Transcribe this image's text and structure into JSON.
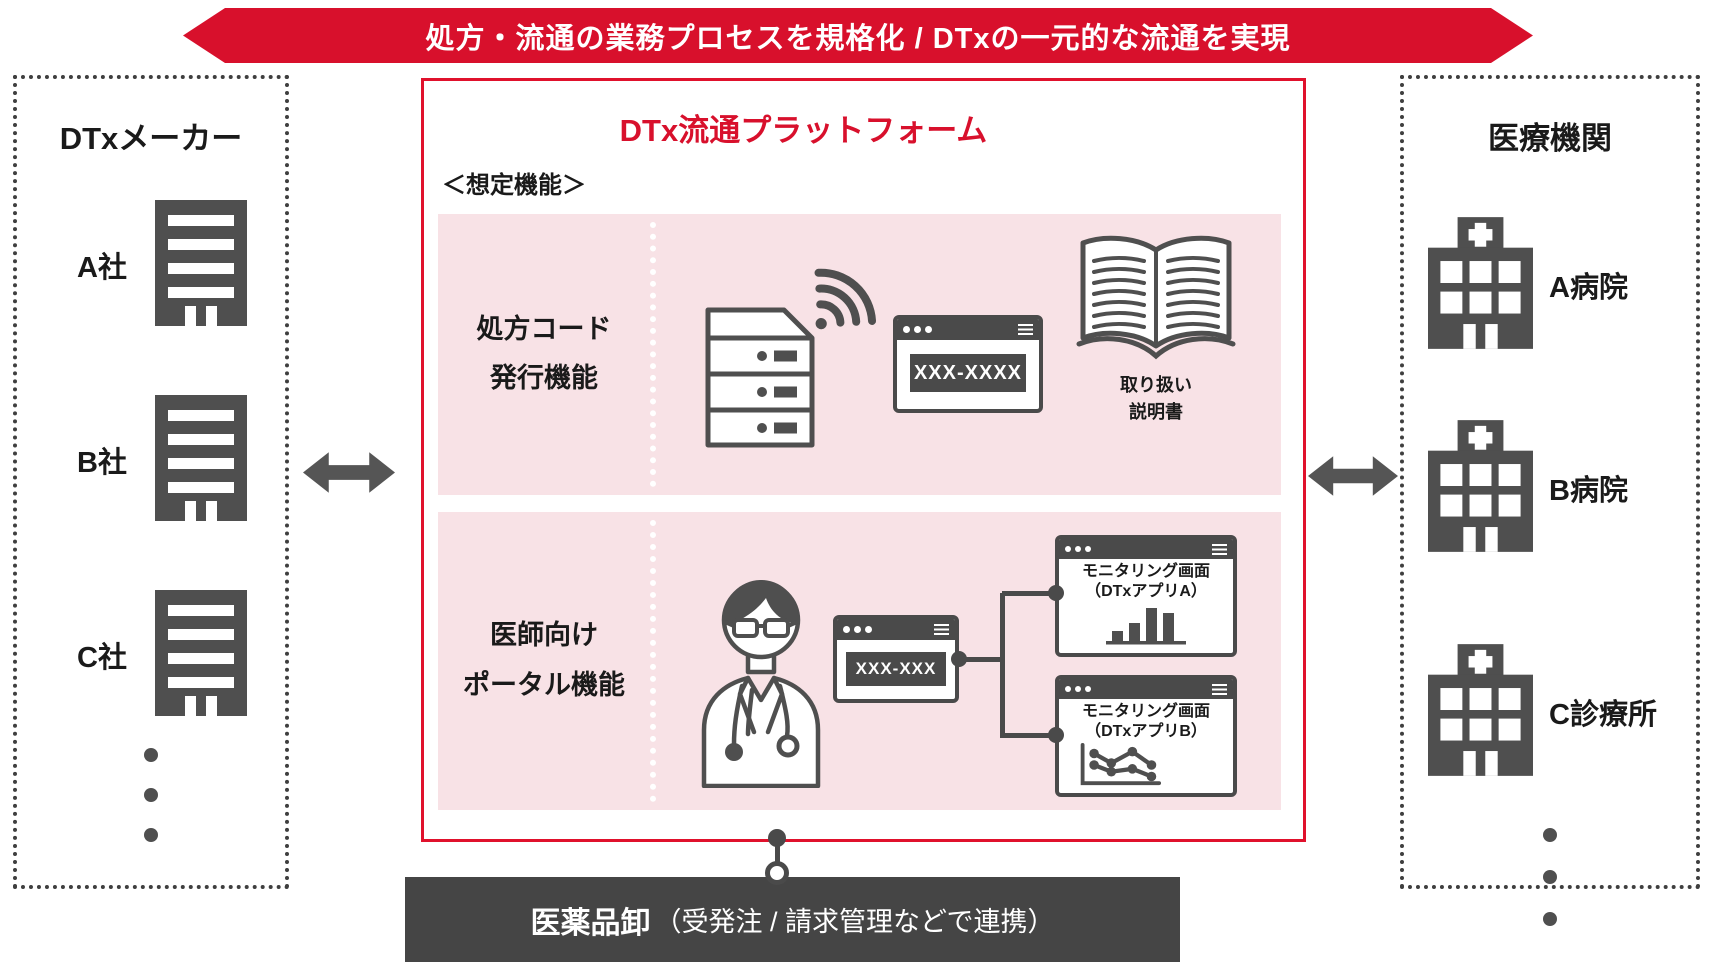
{
  "banner": {
    "text": "処方・流通の業務プロセスを規格化 / DTxの一元的な流通を実現",
    "color": "#d8102c"
  },
  "left_panel": {
    "title": "DTxメーカー",
    "items": [
      {
        "label": "A社",
        "icon": "office-building-icon"
      },
      {
        "label": "B社",
        "icon": "office-building-icon"
      },
      {
        "label": "C社",
        "icon": "office-building-icon"
      }
    ]
  },
  "right_panel": {
    "title": "医療機関",
    "items": [
      {
        "label": "A病院",
        "icon": "hospital-icon"
      },
      {
        "label": "B病院",
        "icon": "hospital-icon"
      },
      {
        "label": "C診療所",
        "icon": "hospital-icon"
      }
    ]
  },
  "platform": {
    "title": "DTx流通プラットフォーム",
    "subtitle": "＜想定機能＞",
    "function_rows": [
      {
        "label_line1": "処方コード",
        "label_line2": "発行機能",
        "browser_code": "XXX-XXXX",
        "icons": [
          "server-icon",
          "wifi-icon",
          "browser-window-icon",
          "open-book-icon"
        ],
        "book_caption_line1": "取り扱い",
        "book_caption_line2": "説明書"
      },
      {
        "label_line1": "医師向け",
        "label_line2": "ポータル機能",
        "browser_code": "XXX-XXX",
        "icons": [
          "doctor-icon",
          "browser-window-icon"
        ],
        "monitors": [
          {
            "title": "モニタリング画面",
            "subtitle": "（DTxアプリA）",
            "chart_type": "bar"
          },
          {
            "title": "モニタリング画面",
            "subtitle": "（DTxアプリB）",
            "chart_type": "line"
          }
        ]
      }
    ]
  },
  "bottom_bar": {
    "label": "医薬品卸",
    "detail": "（受発注 / 請求管理などで連携）"
  },
  "colors": {
    "red": "#d8102c",
    "pink": "#f8e2e6",
    "icon_gray": "#4f4f4f",
    "bar_gray": "#454545",
    "white": "#ffffff"
  }
}
